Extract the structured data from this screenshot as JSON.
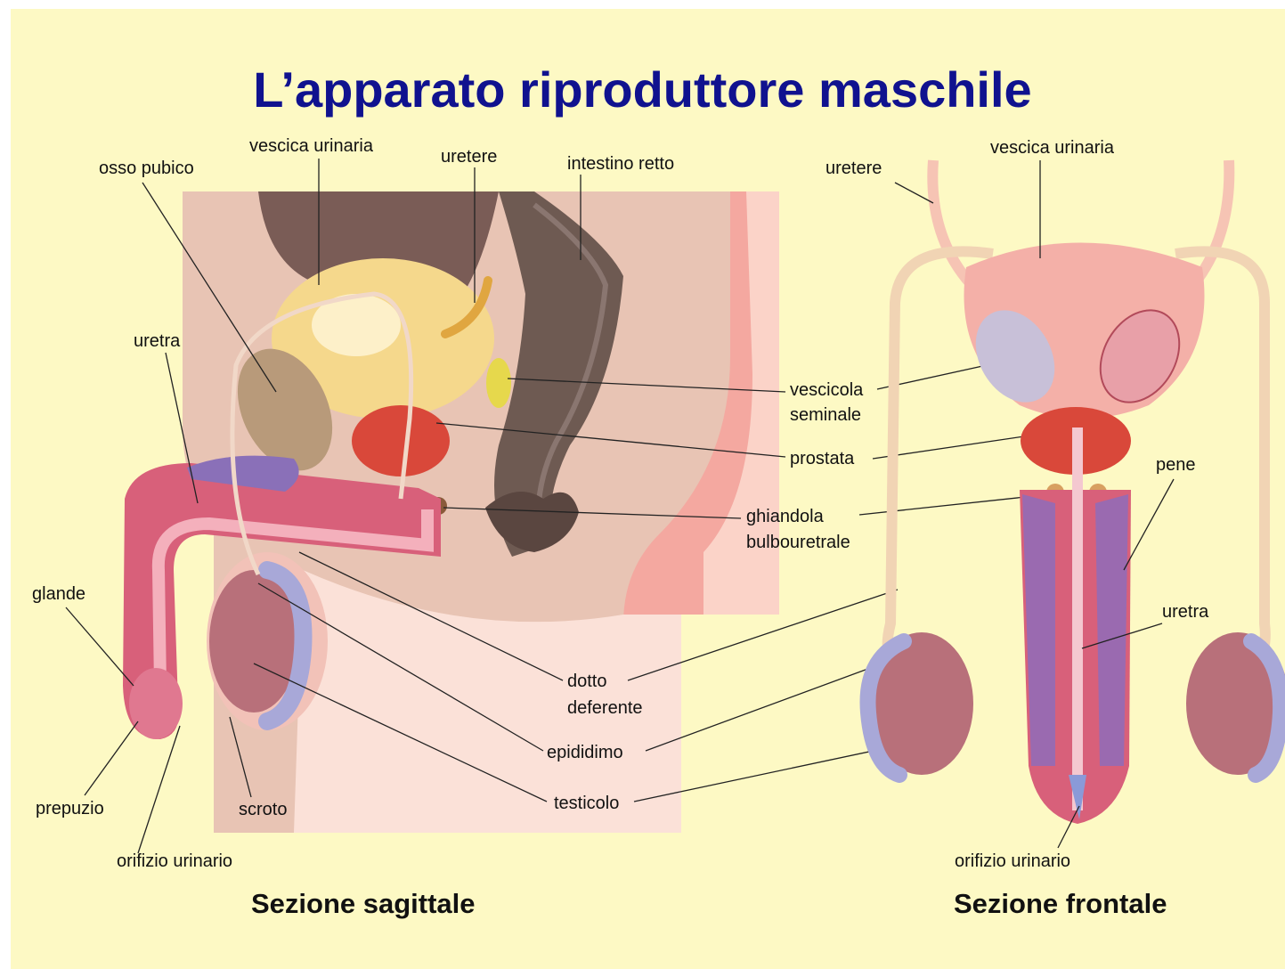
{
  "title": "L’apparato riproduttore maschile",
  "sagittal": {
    "caption": "Sezione sagittale",
    "labels": {
      "vescica": "vescica urinaria",
      "uretere": "uretere",
      "intestino": "intestino retto",
      "osso": "osso pubico",
      "uretra": "uretra",
      "glande": "glande",
      "prepuzio": "prepuzio",
      "orifizio": "orifizio urinario",
      "scroto": "scroto"
    }
  },
  "shared": {
    "vescicola_1": "vescicola",
    "vescicola_2": "seminale",
    "prostata": "prostata",
    "ghiandola_1": "ghiandola",
    "ghiandola_2": "bulbouretrale",
    "dotto_1": "dotto",
    "dotto_2": "deferente",
    "epididimo": "epididimo",
    "testicolo": "testicolo"
  },
  "frontal": {
    "caption": "Sezione frontale",
    "labels": {
      "uretere": "uretere",
      "vescica": "vescica urinaria",
      "pene": "pene",
      "uretra": "uretra",
      "orifizio": "orifizio urinario"
    }
  },
  "colors": {
    "background": "#fdf9c4",
    "title": "#10128f",
    "tissue": "#e8c4b4",
    "bladder": "#f5d88c",
    "rectum": "#6e5a52",
    "prostate": "#d9483a",
    "penis": "#d8607a",
    "epididymis": "#a8a8d8"
  }
}
